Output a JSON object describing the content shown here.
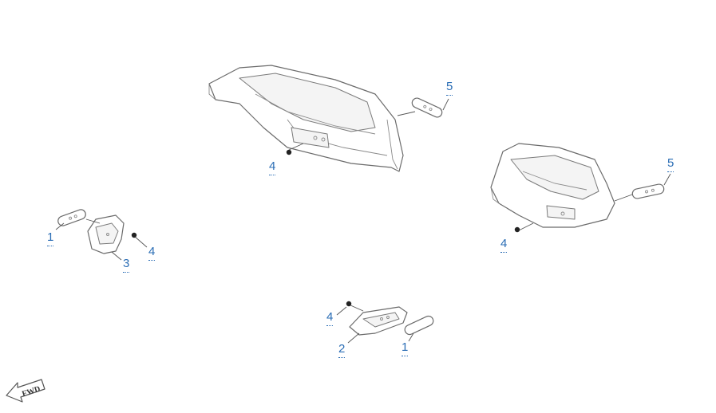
{
  "callouts": {
    "c1_left": "1",
    "c3": "3",
    "c4_left": "4",
    "c4_top": "4",
    "c5_top": "5",
    "c5_right": "5",
    "c4_right": "4",
    "c4_bottom": "4",
    "c2": "2",
    "c1_bottom": "1"
  },
  "fwd_label": "FWD",
  "colors": {
    "callout": "#2a6db5",
    "line": "#6b6b6b"
  }
}
